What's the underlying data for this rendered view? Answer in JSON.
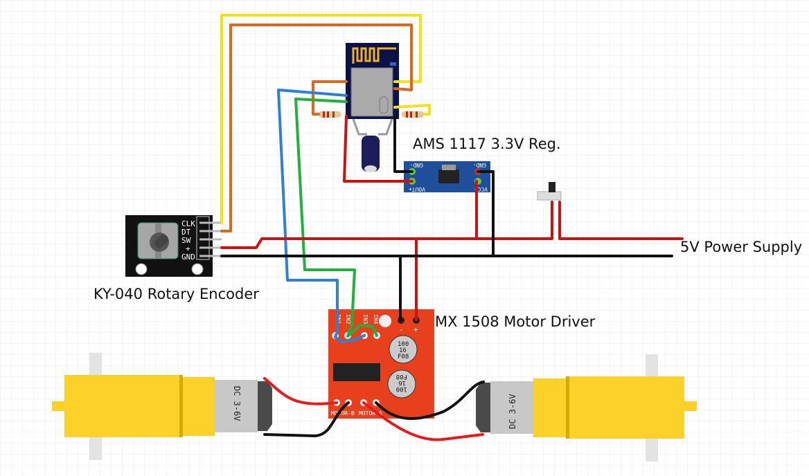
{
  "labels": {
    "regulator": "AMS 1117 3.3V Reg.",
    "power": "5V Power Supply",
    "encoder": "KY-040 Rotary Encoder",
    "driver": "MX 1508 Motor Driver"
  },
  "encoder_pins": [
    "CLK",
    "DT",
    "SW",
    "+",
    "GND"
  ],
  "regulator_pins": {
    "gnd": "GND-",
    "vout": "VOUT+",
    "vcc": "VCC+"
  },
  "driver_pins": {
    "in": [
      "IN1",
      "IN2",
      "IN3",
      "IN4"
    ],
    "minus": "-",
    "plus": "+",
    "motor_b": "MOTOR-B",
    "motor_a": "MOTOR-A"
  },
  "capacitor_text": [
    "100",
    "16",
    "F08"
  ],
  "motor_text": "DC 3-6V",
  "colors": {
    "grid": "#dfe6f0",
    "wire_red": "#cc1111",
    "wire_black": "#111111",
    "wire_yellow": "#f2e21b",
    "wire_orange": "#d9691c",
    "wire_blue": "#2f7fd4",
    "wire_green": "#22b03c",
    "motor_yellow": "#fcd22a",
    "driver_red": "#e8401c",
    "regulator_blue": "#1f4f9a",
    "esp_navy": "#0b1247"
  }
}
